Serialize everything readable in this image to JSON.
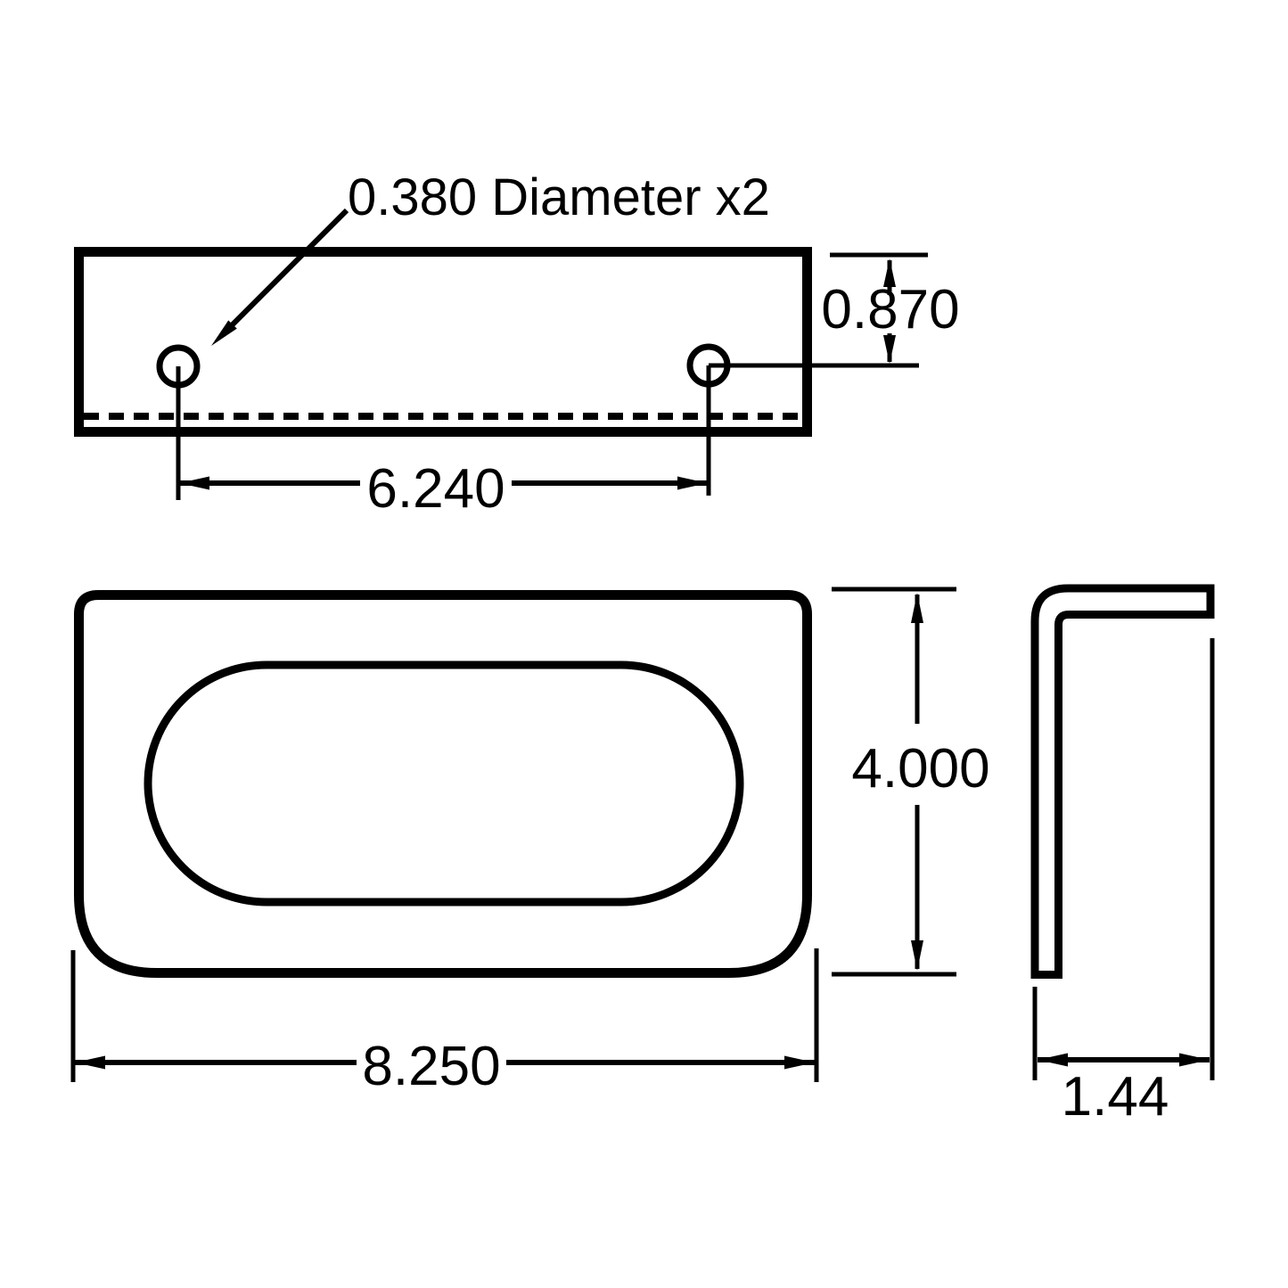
{
  "colors": {
    "line": "#000000",
    "background": "#ffffff"
  },
  "top_view": {
    "hole_callout": "0.380 Diameter x2",
    "hole_spacing": "6.240",
    "hole_vertical_offset": "0.870"
  },
  "front_view": {
    "height": "4.000",
    "width": "8.250"
  },
  "side_view": {
    "depth": "1.44"
  }
}
